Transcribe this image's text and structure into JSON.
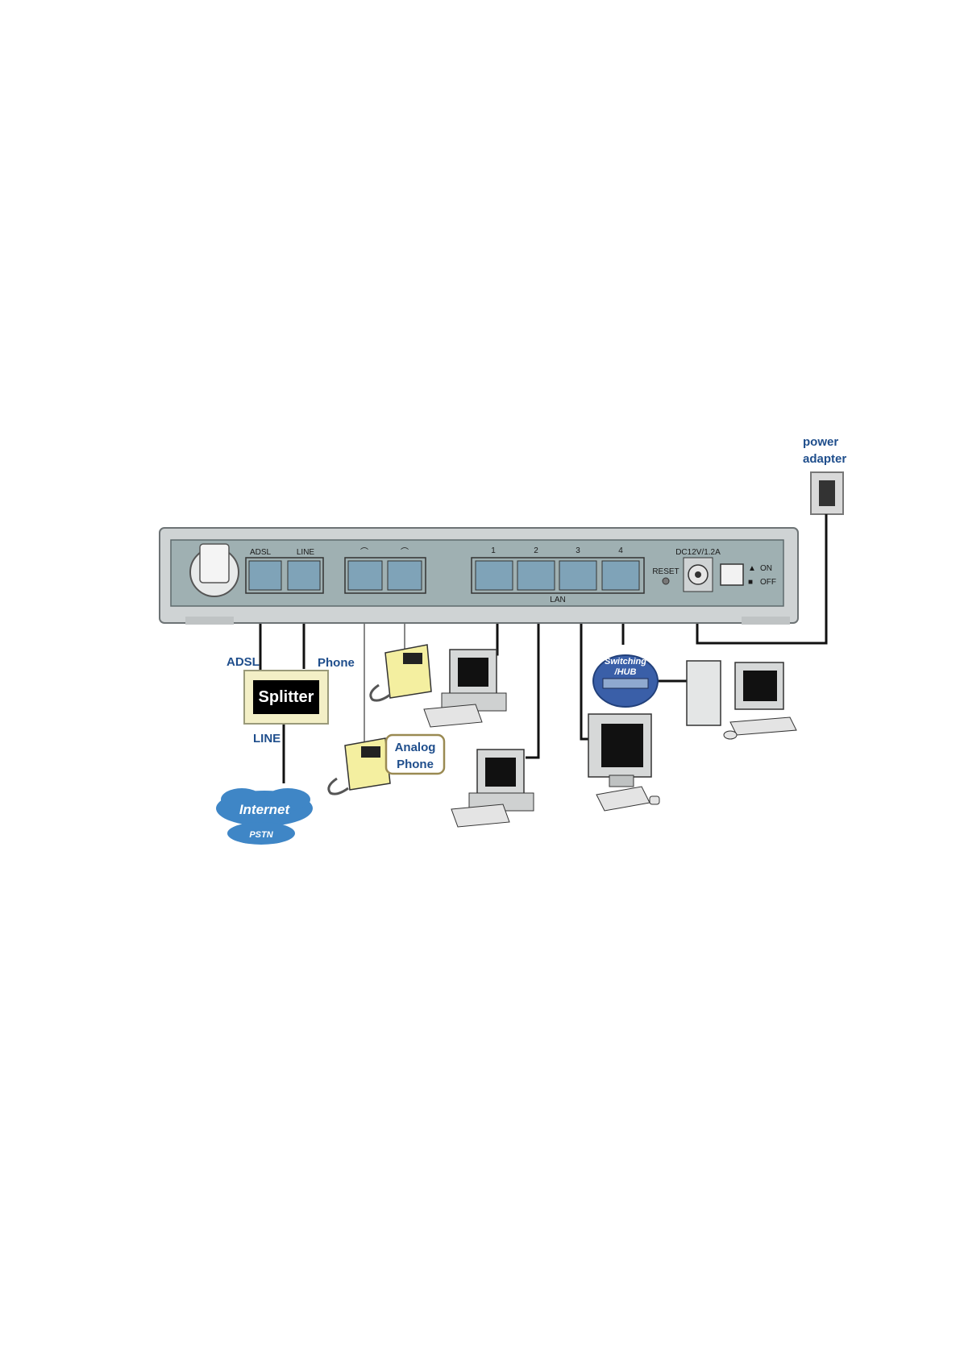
{
  "labels": {
    "power_adapter_line1": "power",
    "power_adapter_line2": "adapter",
    "adsl_port": "ADSL",
    "line_port": "LINE",
    "phone_port_1": "⌒",
    "phone_port_2": "⌒",
    "lan_1": "1",
    "lan_2": "2",
    "lan_3": "3",
    "lan_4": "4",
    "lan": "LAN",
    "reset": "RESET",
    "dc_rating": "DC12V/1.2A",
    "on": "ON",
    "off": "OFF",
    "adsl_cable": "ADSL",
    "phone_cable": "Phone",
    "splitter": "Splitter",
    "line_cable": "LINE",
    "analog_phone_line1": "Analog",
    "analog_phone_line2": "Phone",
    "switching_line1": "Switching",
    "switching_line2": "/HUB",
    "internet": "Internet",
    "pstn": "PSTN"
  },
  "colors": {
    "router_body": "#cfd3d4",
    "router_panel": "#9fb0b2",
    "label_blue": "#1f4e8c",
    "cloud_blue": "#3f86c6",
    "phone_yellow": "#f4efa0",
    "hub_blue": "#3a5fa8"
  }
}
